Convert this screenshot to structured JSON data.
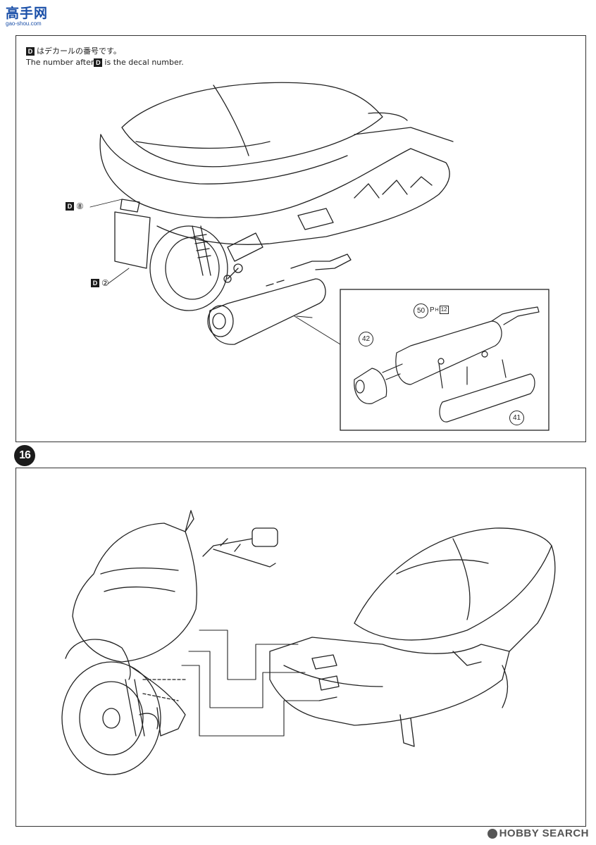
{
  "logo": {
    "glyph": "高手网",
    "url": "gao-shou.com"
  },
  "step15": {
    "note_jp": "はデカールの番号です。",
    "note_en_pre": "The number after ",
    "note_en_post": " is the decal number.",
    "decal_letter": "D",
    "decal_refs": [
      "⑧",
      "②"
    ],
    "inset_parts": {
      "muffler": "50",
      "muffler_ph_prefix": "P",
      "muffler_ph_sub": "H",
      "muffler_ph_num": "12",
      "end_cap": "42",
      "cover": "41"
    }
  },
  "step16": {
    "number": "16"
  },
  "watermark": {
    "text": "H⁠O⁠B⁠B⁠Y SEARCH"
  },
  "colors": {
    "ink": "#222222",
    "step_badge": "#1b1b1b"
  }
}
